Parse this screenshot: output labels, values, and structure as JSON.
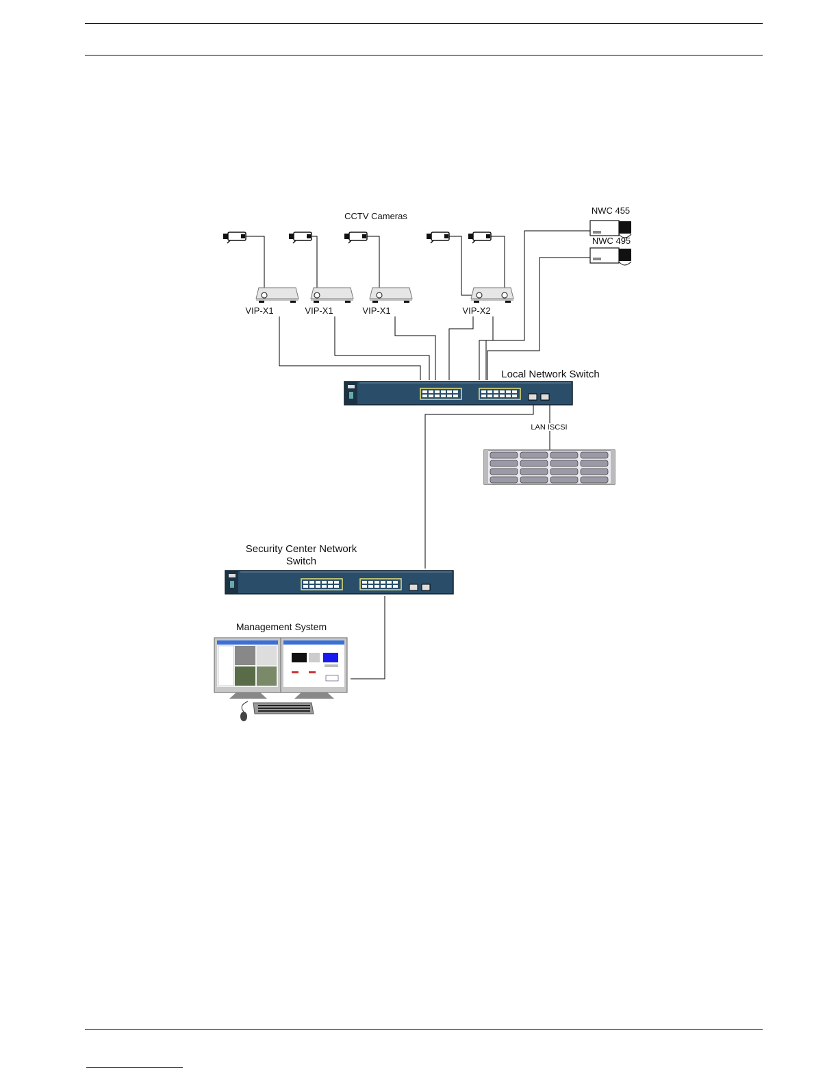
{
  "labels": {
    "cctv_cameras": "CCTV Cameras",
    "nwc_455": "NWC 455",
    "nwc_495": "NWC 495",
    "vip_x1_a": "VIP-X1",
    "vip_x1_b": "VIP-X1",
    "vip_x1_c": "VIP-X1",
    "vip_x2": "VIP-X2",
    "local_switch": "Local Network Switch",
    "lan_iscsi": "LAN ISCSI",
    "security_switch_line1": "Security Center Network",
    "security_switch_line2": "Switch",
    "management_system": "Management System"
  },
  "colors": {
    "switch_body": "#2a4e6a",
    "port_outline": "#e8e27a",
    "line": "#000000"
  }
}
